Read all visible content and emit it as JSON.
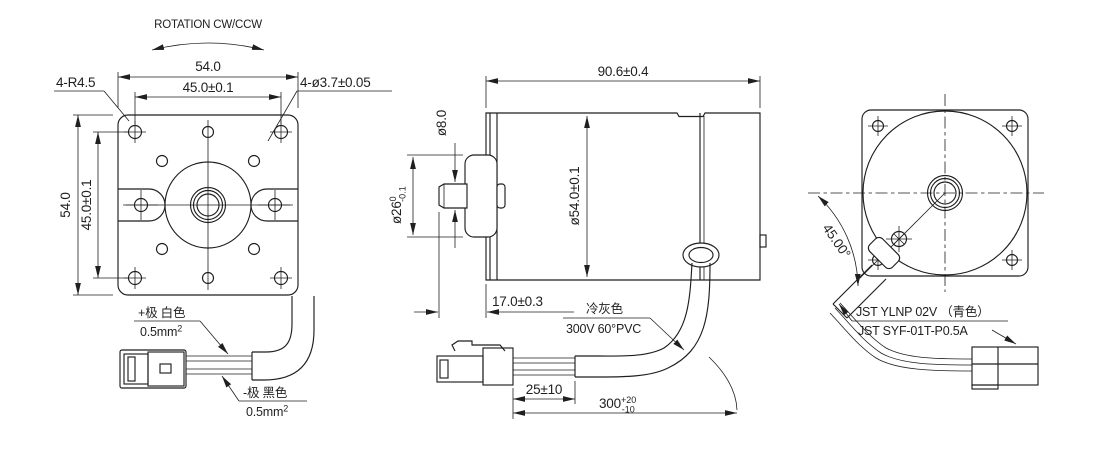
{
  "drawing": {
    "bg_color": "#ffffff",
    "line_color": "#1f1f1f",
    "front_view": {
      "rotation_label": "ROTATION CW/CCW",
      "width_dim": "54.0",
      "bolt_spacing_h_dim": "45.0±0.1",
      "height_dim": "54.0",
      "bolt_spacing_v_dim": "45.0±0.1",
      "corner_radius_label": "4-R4.5",
      "mount_hole_label": "4-ø3.7±0.05",
      "positive_wire_label": "+极 白色",
      "positive_wire_size": "0.5mm",
      "positive_wire_size_sup": "2",
      "negative_wire_label": "-极 黑色",
      "negative_wire_size": "0.5mm",
      "negative_wire_size_sup": "2"
    },
    "side_view": {
      "length_dim": "90.6±0.4",
      "shaft_dia_dim": "ø8.0",
      "pilot_dia_dim": "ø26",
      "pilot_dia_sup": "0",
      "pilot_dia_sub": "-0.1",
      "body_dia_dim": "ø54.0±0.1",
      "shaft_len_dim": "17.0±0.3",
      "cable_color_label": "冷灰色",
      "cable_spec_label": "300V 60°PVC",
      "lead_len_dim": "25±10",
      "cable_len_dim": "300",
      "cable_len_sup": "+20",
      "cable_len_sub": "-10"
    },
    "rear_view": {
      "angle_dim": "45.00°",
      "connector_housing_label": "JST YLNP 02V （青色）",
      "connector_terminal_label": "JST SYF-01T-P0.5A"
    }
  }
}
